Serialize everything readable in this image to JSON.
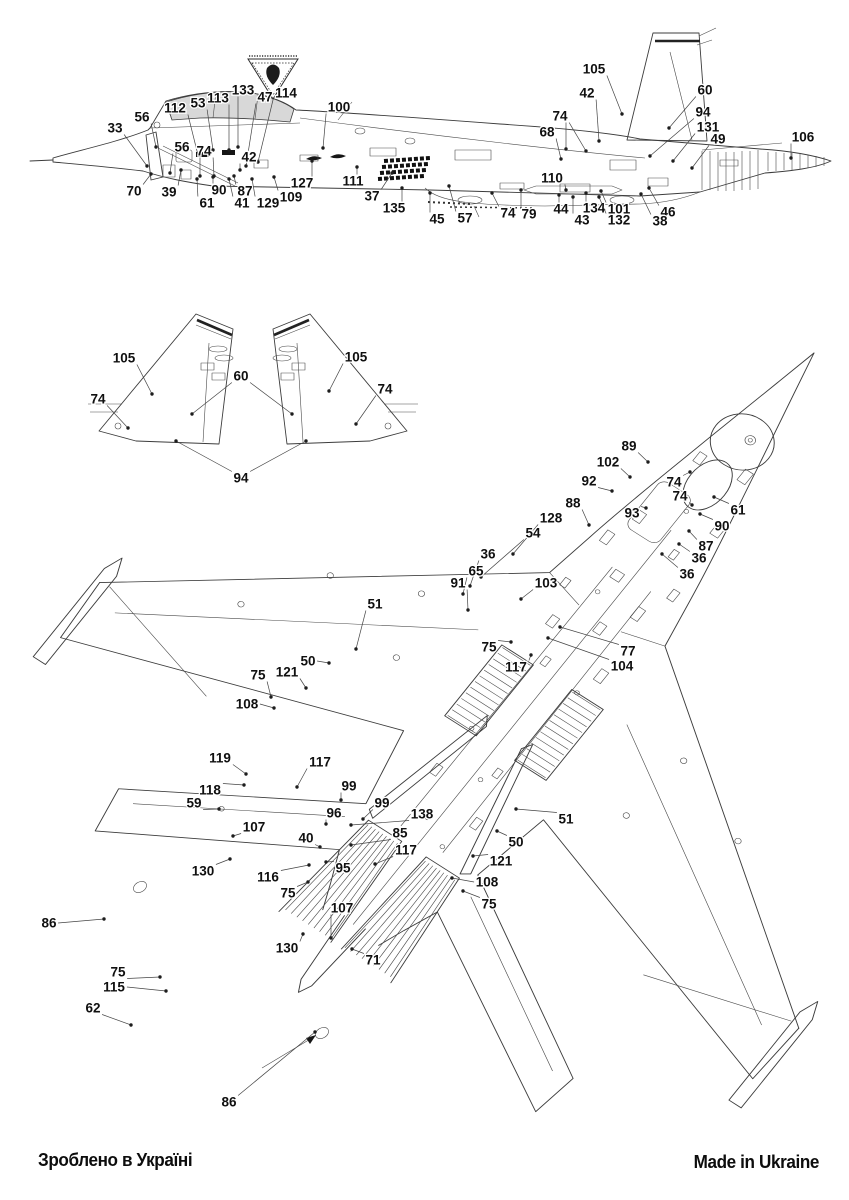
{
  "document": {
    "type": "model-kit stencil placement instruction sheet",
    "subject": "Su-27 family jet fighter: side profile, twin tail fins, top plan view"
  },
  "footer": {
    "left": "Зроблено в Україні",
    "right": "Made in Ukraine"
  },
  "colors": {
    "background": "#ffffff",
    "line": "#3c3c3c",
    "label": "#101010",
    "canopy_fill": "#d8d8d8"
  },
  "emblem": {
    "name": "eagle-badge",
    "position": "above canopy on side view"
  },
  "diagram": {
    "callouts": {
      "side": [
        [
          "33",
          115,
          128,
          147,
          166
        ],
        [
          "56",
          142,
          117,
          156,
          147
        ],
        [
          "112",
          175,
          108,
          198,
          155
        ],
        [
          "53",
          198,
          103,
          213,
          150
        ],
        [
          "113",
          218,
          98,
          229,
          150
        ],
        [
          "133",
          243,
          90,
          238,
          147
        ],
        [
          "47",
          265,
          97,
          246,
          166
        ],
        [
          "114",
          286,
          93,
          258,
          162
        ],
        [
          "100",
          339,
          107,
          323,
          148
        ],
        [
          "56",
          182,
          147,
          170,
          173
        ],
        [
          "74",
          204,
          151,
          200,
          176,
          214,
          176
        ],
        [
          "42",
          249,
          157,
          240,
          170
        ],
        [
          "70",
          134,
          191,
          151,
          174
        ],
        [
          "39",
          169,
          192,
          181,
          170
        ],
        [
          "61",
          207,
          203,
          197,
          179
        ],
        [
          "90",
          219,
          190,
          213,
          177
        ],
        [
          "41",
          242,
          203,
          229,
          179
        ],
        [
          "87",
          245,
          191,
          234,
          176
        ],
        [
          "129",
          268,
          203,
          252,
          179
        ],
        [
          "109",
          291,
          197,
          274,
          177
        ],
        [
          "127",
          302,
          183,
          312,
          161
        ],
        [
          "111",
          353,
          181,
          357,
          167
        ],
        [
          "37",
          372,
          196,
          392,
          173
        ],
        [
          "135",
          394,
          208,
          402,
          188
        ],
        [
          "45",
          437,
          219,
          430,
          193
        ],
        [
          "57",
          465,
          218,
          449,
          186
        ],
        [
          "74",
          508,
          213,
          492,
          193
        ],
        [
          "79",
          529,
          214,
          521,
          190
        ],
        [
          "110",
          552,
          178,
          566,
          190
        ],
        [
          "44",
          561,
          209,
          559,
          195
        ],
        [
          "43",
          582,
          220,
          573,
          197
        ],
        [
          "134",
          594,
          208,
          586,
          193
        ],
        [
          "101",
          619,
          209,
          601,
          191
        ],
        [
          "132",
          619,
          220,
          599,
          197
        ],
        [
          "46",
          668,
          212,
          649,
          188
        ],
        [
          "38",
          660,
          221,
          641,
          194
        ],
        [
          "68",
          547,
          132,
          561,
          159
        ],
        [
          "74",
          560,
          116,
          586,
          151,
          566,
          149
        ],
        [
          "42",
          587,
          93,
          599,
          141
        ],
        [
          "105",
          594,
          69,
          622,
          114
        ],
        [
          "60",
          705,
          90,
          669,
          128
        ],
        [
          "94",
          703,
          112,
          650,
          156
        ],
        [
          "131",
          708,
          127,
          673,
          161
        ],
        [
          "49",
          718,
          139,
          692,
          168
        ],
        [
          "106",
          803,
          137,
          791,
          158
        ]
      ],
      "fins": [
        [
          "105",
          124,
          358,
          152,
          394
        ],
        [
          "74",
          98,
          399,
          128,
          428
        ],
        [
          "60",
          241,
          376,
          192,
          414,
          292,
          414
        ],
        [
          "105",
          356,
          357,
          329,
          391
        ],
        [
          "74",
          385,
          389,
          356,
          424
        ],
        [
          "94",
          241,
          478,
          176,
          441,
          306,
          441
        ]
      ],
      "top": [
        [
          "89",
          629,
          446,
          648,
          462
        ],
        [
          "102",
          608,
          462,
          630,
          477
        ],
        [
          "92",
          589,
          481,
          612,
          491
        ],
        [
          "93",
          632,
          513,
          646,
          508
        ],
        [
          "74",
          674,
          482,
          690,
          472
        ],
        [
          "74",
          680,
          496,
          692,
          505
        ],
        [
          "61",
          738,
          510,
          714,
          497
        ],
        [
          "90",
          722,
          526,
          700,
          514
        ],
        [
          "87",
          706,
          546,
          689,
          531
        ],
        [
          "36",
          699,
          558,
          679,
          544
        ],
        [
          "36",
          687,
          574,
          662,
          554
        ],
        [
          "88",
          573,
          503,
          589,
          525
        ],
        [
          "128",
          551,
          518,
          513,
          554
        ],
        [
          "54",
          533,
          533,
          481,
          577
        ],
        [
          "36",
          488,
          554,
          470,
          586
        ],
        [
          "65",
          476,
          571,
          463,
          594
        ],
        [
          "91",
          458,
          583,
          468,
          610
        ],
        [
          "103",
          546,
          583,
          521,
          599
        ],
        [
          "75",
          489,
          647,
          511,
          642
        ],
        [
          "117",
          516,
          667,
          531,
          655
        ],
        [
          "77",
          628,
          651,
          560,
          627
        ],
        [
          "104",
          622,
          666,
          548,
          638
        ],
        [
          "51",
          375,
          604,
          356,
          649
        ],
        [
          "50",
          308,
          661,
          329,
          663
        ],
        [
          "121",
          287,
          672,
          306,
          688
        ],
        [
          "75",
          258,
          675,
          271,
          697
        ],
        [
          "108",
          247,
          704,
          274,
          708
        ],
        [
          "119",
          220,
          758,
          246,
          774
        ],
        [
          "118",
          210,
          790,
          244,
          785
        ],
        [
          "59",
          194,
          803,
          219,
          809
        ],
        [
          "107",
          254,
          827,
          233,
          836
        ],
        [
          "130",
          203,
          871,
          230,
          859
        ],
        [
          "117",
          320,
          762,
          297,
          787
        ],
        [
          "99",
          349,
          786,
          341,
          800
        ],
        [
          "99",
          382,
          803,
          363,
          819
        ],
        [
          "96",
          334,
          813,
          326,
          824
        ],
        [
          "40",
          306,
          838,
          320,
          847
        ],
        [
          "138",
          422,
          814,
          351,
          825
        ],
        [
          "85",
          400,
          833,
          351,
          845
        ],
        [
          "117",
          406,
          850,
          375,
          864
        ],
        [
          "95",
          343,
          868,
          326,
          862
        ],
        [
          "116",
          268,
          877,
          309,
          865
        ],
        [
          "75",
          288,
          893,
          308,
          882
        ],
        [
          "107",
          342,
          908,
          331,
          938
        ],
        [
          "130",
          287,
          948,
          303,
          934
        ],
        [
          "71",
          373,
          960,
          352,
          949
        ],
        [
          "86",
          49,
          923,
          104,
          919
        ],
        [
          "75",
          118,
          972,
          160,
          977
        ],
        [
          "115",
          114,
          987,
          166,
          991
        ],
        [
          "62",
          93,
          1008,
          131,
          1025
        ],
        [
          "86",
          229,
          1102,
          315,
          1032
        ],
        [
          "51",
          566,
          819,
          516,
          809
        ],
        [
          "50",
          516,
          842,
          497,
          831
        ],
        [
          "121",
          501,
          861,
          473,
          856
        ],
        [
          "108",
          487,
          882,
          452,
          878
        ],
        [
          "75",
          489,
          904,
          463,
          891
        ]
      ]
    }
  }
}
